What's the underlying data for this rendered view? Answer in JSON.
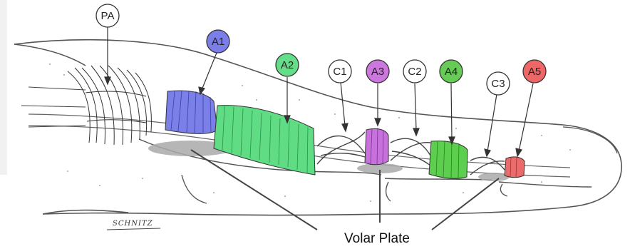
{
  "figure": {
    "caption": "Volar Plate",
    "signature": "SCHNITZ"
  },
  "pulleys": [
    {
      "id": "PA",
      "label": "PA",
      "color": "#ffffff"
    },
    {
      "id": "A1",
      "label": "A1",
      "color": "#7a7ee6"
    },
    {
      "id": "A2",
      "label": "A2",
      "color": "#66dd88"
    },
    {
      "id": "C1",
      "label": "C1",
      "color": "#ffffff"
    },
    {
      "id": "A3",
      "label": "A3",
      "color": "#cc77dd"
    },
    {
      "id": "C2",
      "label": "C2",
      "color": "#ffffff"
    },
    {
      "id": "A4",
      "label": "A4",
      "color": "#66cc55"
    },
    {
      "id": "C3",
      "label": "C3",
      "color": "#ffffff"
    },
    {
      "id": "A5",
      "label": "A5",
      "color": "#ee6666"
    }
  ],
  "colors": {
    "outline": "#444444",
    "volar_plate_shadow": "#a9a9a9",
    "a1_fill": "#7b7fe8",
    "a2_fill": "#5fdc84",
    "a3_fill": "#c771dd",
    "a4_fill": "#5ccf4e",
    "a5_fill": "#ea6b6b"
  }
}
